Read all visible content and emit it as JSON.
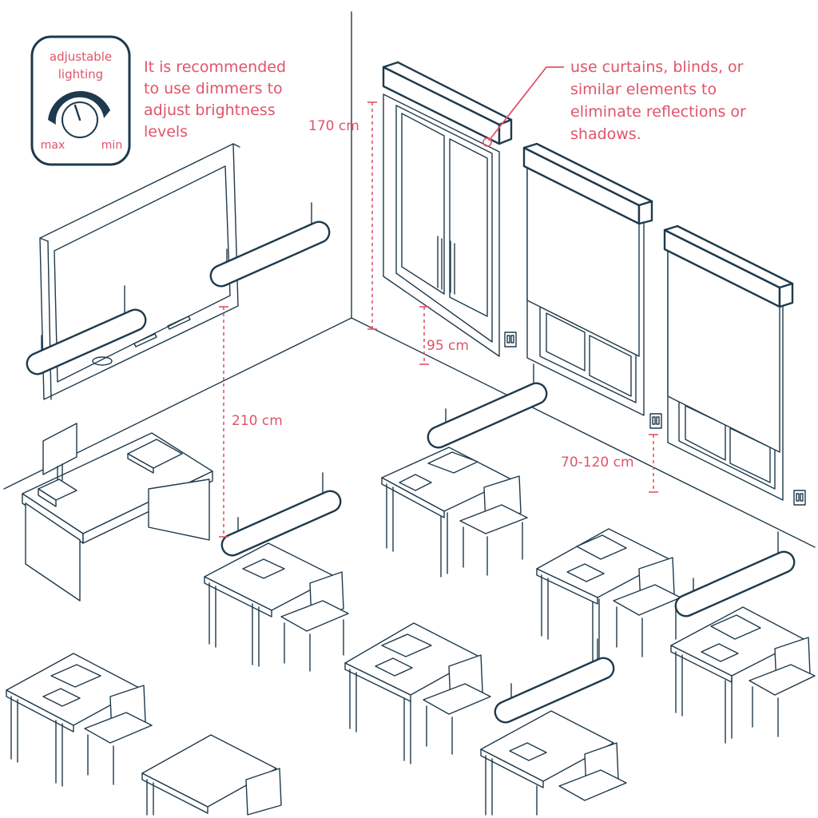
{
  "panel": {
    "title_line1": "adjustable",
    "title_line2": "lighting",
    "dial_max": "max",
    "dial_min": "min",
    "knob_icon": "dimmer-knob-icon"
  },
  "notes": {
    "dimmer_line1": "It is recommended",
    "dimmer_line2": "to use dimmers to",
    "dimmer_line3": "adjust brightness",
    "dimmer_line4": "levels",
    "curtain_line1": "use curtains, blinds, or",
    "curtain_line2": "similar elements to",
    "curtain_line3": "eliminate reflections or",
    "curtain_line4": "shadows."
  },
  "dimensions": {
    "window_height": "170 cm",
    "sill_height": "95 cm",
    "lamp_height": "210 cm",
    "switch_height": "70-120 cm"
  },
  "colors": {
    "ink": "#1e3a4c",
    "accent": "#e0546a"
  }
}
